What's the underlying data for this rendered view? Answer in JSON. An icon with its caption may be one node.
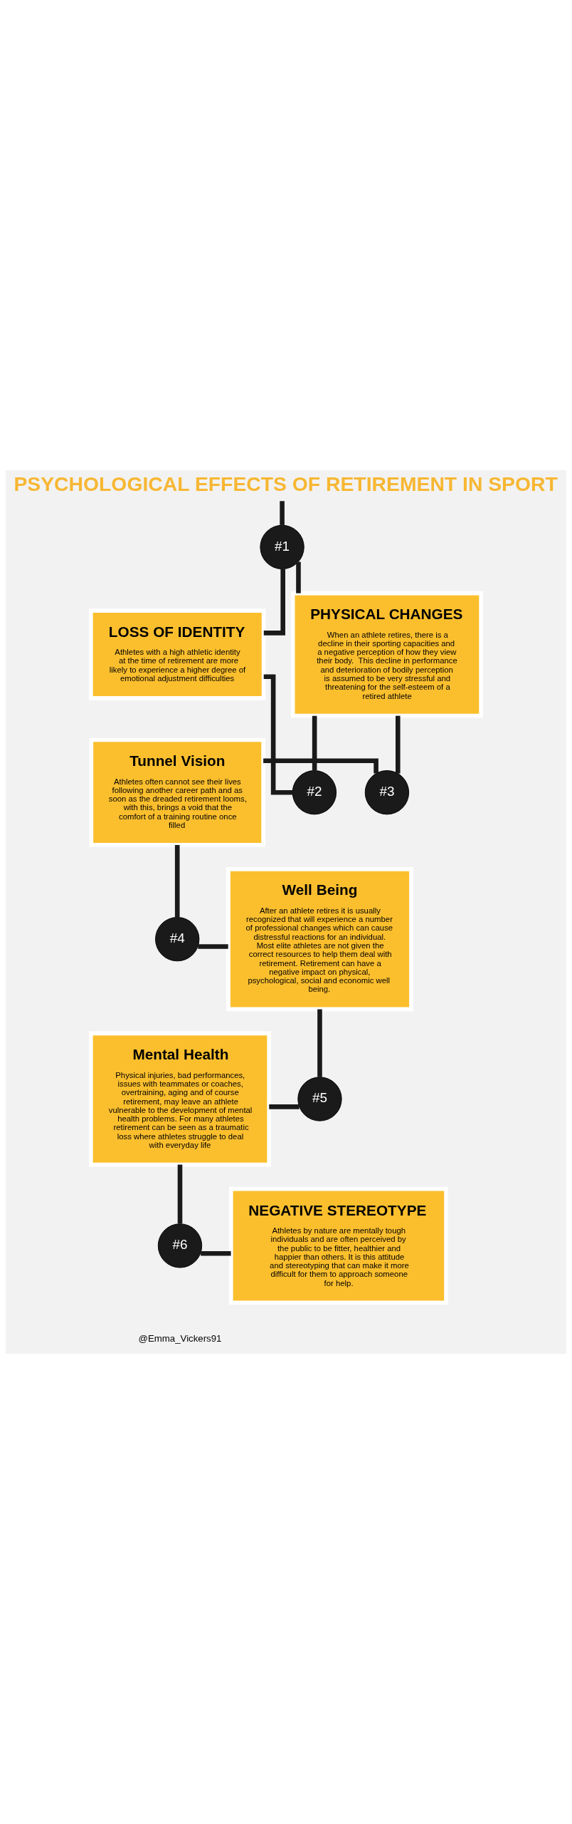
{
  "diagram": {
    "title": "PSYCHOLOGICAL EFFECTS OF RETIREMENT IN SPORT",
    "nodes": [
      {
        "text": [
          "#1"
        ]
      },
      {
        "text": [
          "LOSS OF IDENTITY",
          "Athletes with a high athletic identity at the time of retirement are more likely to experience a higher degree of emotional adjustment difficulties"
        ]
      },
      {
        "text": [
          "PHYSICAL CHANGES",
          "When an athlete retires, there is a decline in their sporting capacities and a negative perception of how they view their body.  This decline in performance and deterioration of bodily perception is assumed to be very stressful and threatening for the self-esteem of a retired athlete"
        ]
      },
      {
        "text": [
          "#2"
        ]
      },
      {
        "text": [
          "Tunnel Vision",
          "Athletes often cannot see their lives following another career path and as soon as the dreaded retirement looms, with this, brings a void that the comfort of a training routine once filled"
        ]
      },
      {
        "text": [
          "#3"
        ]
      },
      {
        "text": [
          "Well Being",
          "After an athlete retires it is usually recognized that will experience a number of professional changes which can cause distressful reactions for an individual. Most elite athletes are not given the correct resources to help them deal with retirement. Retirement can have a negative impact on physical, psychological, social and economic well being."
        ]
      },
      {
        "text": [
          "#4"
        ]
      },
      {
        "text": [
          "Mental Health",
          "Physical injuries, bad performances, issues with teammates or coaches, overtraining, aging and of course retirement, may leave an athlete vulnerable to the development of mental health problems. For many athletes retirement can be seen as a traumatic loss where athletes struggle to deal with everyday life"
        ]
      },
      {
        "text": [
          "#5"
        ]
      },
      {
        "text": [
          "NEGATIVE STEREOTYPE",
          "Athletes by nature are mentally tough individuals and are often perceived by the public to be fitter, healthier and happier than others. It is this attitude and stereotyping that can make it more difficult for them to approach someone for help."
        ]
      },
      {
        "text": [
          "#6"
        ]
      }
    ],
    "edges": [
      {
        "from": null,
        "to": 0,
        "arrow": "none"
      },
      {
        "from": 1,
        "to": 0,
        "arrow": "none"
      },
      {
        "from": 0,
        "to": 2,
        "arrow": "none"
      },
      {
        "from": 1,
        "to": 3,
        "arrow": "none"
      },
      {
        "from": 3,
        "to": 2,
        "arrow": "none"
      },
      {
        "from": 2,
        "to": 5,
        "arrow": "none"
      },
      {
        "from": 4,
        "to": 5,
        "arrow": "none"
      },
      {
        "from": 4,
        "to": 7,
        "arrow": "none"
      },
      {
        "from": 7,
        "to": 6,
        "arrow": "none"
      },
      {
        "from": 6,
        "to": 9,
        "arrow": "none"
      },
      {
        "from": 8,
        "to": 9,
        "arrow": "none"
      },
      {
        "from": 8,
        "to": 11,
        "arrow": "none"
      },
      {
        "from": 11,
        "to": 10,
        "arrow": "none"
      }
    ],
    "labels": [
      "@Emma_Vickers91"
    ]
  }
}
